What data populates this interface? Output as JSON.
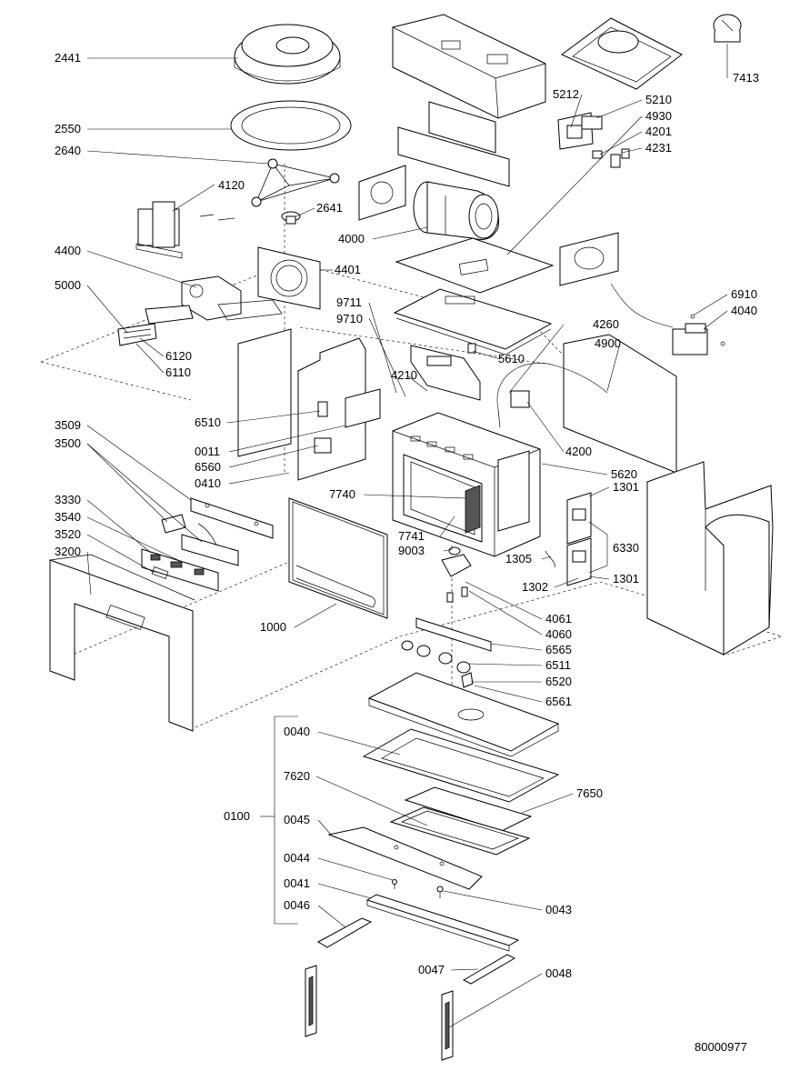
{
  "labels": {
    "l2441": "2441",
    "l2550": "2550",
    "l2640": "2640",
    "l4120": "4120",
    "l2641": "2641",
    "l4400": "4400",
    "l4401": "4401",
    "l5000": "5000",
    "l6120": "6120",
    "l6110": "6110",
    "l9711": "9711",
    "l9710": "9710",
    "l4210": "4210",
    "l6510": "6510",
    "l0011": "0011",
    "l6560": "6560",
    "l0410": "0410",
    "l3509": "3509",
    "l3500": "3500",
    "l3330": "3330",
    "l3540": "3540",
    "l3520": "3520",
    "l3200": "3200",
    "l7740": "7740",
    "l7741": "7741",
    "l9003": "9003",
    "l1000": "1000",
    "l4000": "4000",
    "l5212": "5212",
    "l5210": "5210",
    "l4930": "4930",
    "l4201": "4201",
    "l4231": "4231",
    "l7413": "7413",
    "l6910": "6910",
    "l4040": "4040",
    "l4260": "4260",
    "l4900": "4900",
    "l5610": "5610",
    "l4200": "4200",
    "l5620": "5620",
    "l1301a": "1301",
    "l6330": "6330",
    "l1305": "1305",
    "l1301b": "1301",
    "l1302": "1302",
    "l4061": "4061",
    "l4060": "4060",
    "l6565": "6565",
    "l6511": "6511",
    "l6520": "6520",
    "l6561": "6561",
    "l0040": "0040",
    "l7620": "7620",
    "l7650": "7650",
    "l0100": "0100",
    "l0045": "0045",
    "l0044": "0044",
    "l0041": "0041",
    "l0043": "0043",
    "l0046": "0046",
    "l0047": "0047",
    "l0048": "0048",
    "docnum": "80000977"
  }
}
